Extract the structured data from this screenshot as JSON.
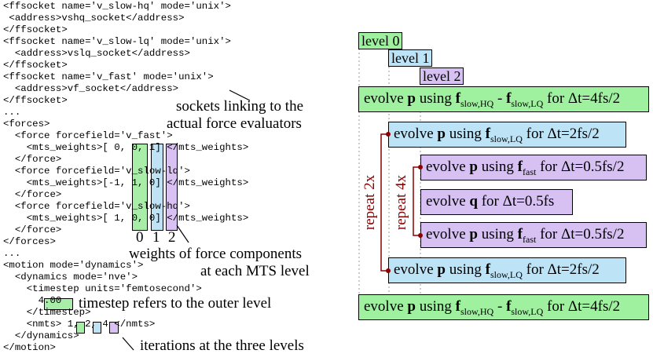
{
  "code": {
    "lines": [
      "<ffsocket name='v_slow-hq' mode='unix'>",
      " <address>vshq_socket</address>",
      "</ffsocket>",
      "<ffsocket name='v_slow-lq' mode='unix'>",
      "  <address>vslq_socket</address>",
      "</ffsocket>",
      "<ffsocket name='v_fast' mode='unix'>",
      "  <address>vf_socket</address>",
      "</ffsocket>",
      "...",
      "<forces>",
      "  <force forcefield='v_fast'>",
      "    <mts_weights>[ 0, 0, 1] </mts_weights>",
      "  </force>",
      "  <force forcefield='v_slow-lq'>",
      "    <mts_weights>[-1, 1, 0] </mts_weights>",
      "  </force>",
      "  <force forcefield='v_slow-hq'>",
      "    <mts_weights>[ 1, 0, 0] </mts_weights>",
      "  </force>",
      "</forces>",
      "...",
      "<motion mode='dynamics'>",
      "  <dynamics mode='nve'>",
      "    <timestep units='femtosecond'>",
      "      4.00",
      "    </timestep>",
      "    <nmts> 1, 2, 4 </nmts>",
      "  </dynamics>",
      "</motion>"
    ],
    "level_indices": [
      "0",
      "1",
      "2"
    ],
    "timestep_value": "4.00",
    "nmts_values": [
      "1",
      "2",
      "4"
    ]
  },
  "annotations": {
    "sockets_line1": "sockets linking to the",
    "sockets_line2": "actual force evaluators",
    "weights_line1": "weights of force components",
    "weights_line2": "at each MTS level",
    "timestep": "timestep refers to the outer level",
    "iterations": "iterations at the three levels"
  },
  "levels": {
    "level0": "level 0",
    "level1": "level 1",
    "level2": "level 2"
  },
  "boxes": {
    "outer_top": {
      "p1": "evolve ",
      "b": "p",
      "p2": " using ",
      "f1": "f",
      "s1": "slow,HQ",
      "mid": " - ",
      "f2": "f",
      "s2": "slow,LQ",
      "tail": " for Δt=4fs/2"
    },
    "mid_top": {
      "p1": "evolve ",
      "b": "p",
      "p2": " using ",
      "f1": "f",
      "s1": "slow,LQ",
      "tail": " for Δt=2fs/2"
    },
    "inner_top": {
      "p1": "evolve ",
      "b": "p",
      "p2": " using ",
      "f1": "f",
      "s1": "fast",
      "tail": " for Δt=0.5fs/2"
    },
    "inner_q": {
      "p1": "evolve ",
      "b": "q",
      "tail": " for Δt=0.5fs"
    },
    "inner_bottom": {
      "p1": "evolve ",
      "b": "p",
      "p2": " using ",
      "f1": "f",
      "s1": "fast",
      "tail": " for Δt=0.5fs/2"
    },
    "mid_bottom": {
      "p1": "evolve ",
      "b": "p",
      "p2": " using ",
      "f1": "f",
      "s1": "slow,LQ",
      "tail": " for Δt=2fs/2"
    },
    "outer_bottom": {
      "p1": "evolve ",
      "b": "p",
      "p2": " using ",
      "f1": "f",
      "s1": "slow,HQ",
      "mid": " - ",
      "f2": "f",
      "s2": "slow,LQ",
      "tail": " for Δt=4fs/2"
    }
  },
  "repeats": {
    "outer": "repeat 2x",
    "inner": "repeat 4x"
  },
  "colors": {
    "level0": "#9ff09f",
    "level1": "#bde3f6",
    "level2": "#d7c1f3",
    "repeat": "#8b0000"
  }
}
